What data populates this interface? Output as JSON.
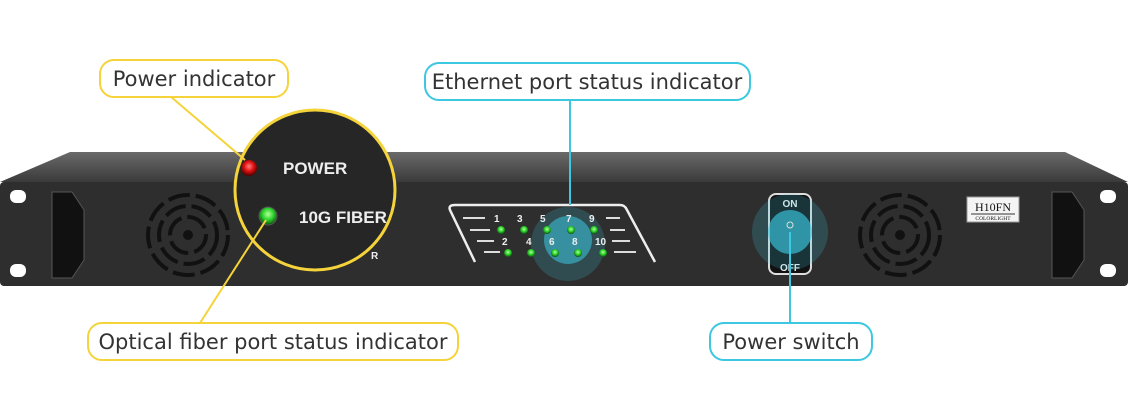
{
  "callouts": {
    "power_indicator": "Power indicator",
    "ethernet_status": "Ethernet port status indicator",
    "optical_status": "Optical fiber port status indicator",
    "power_switch": "Power switch"
  },
  "panel": {
    "power_label": "POWER",
    "fiber_label": "10G FIBER",
    "fiber_label_partial": "R",
    "ports_top": [
      "1",
      "3",
      "5",
      "7",
      "9"
    ],
    "ports_bottom": [
      "2",
      "4",
      "6",
      "8",
      "10"
    ],
    "switch_on": "ON",
    "switch_off": "OFF",
    "model": "H10FN",
    "brand": "COLORLIGHT"
  },
  "colors": {
    "yellow_callout": "#f5d33a",
    "cyan_callout": "#3cc8e0",
    "chassis": "#2e2e2e",
    "led_green": "#2fd62f",
    "led_red": "#e01010"
  }
}
